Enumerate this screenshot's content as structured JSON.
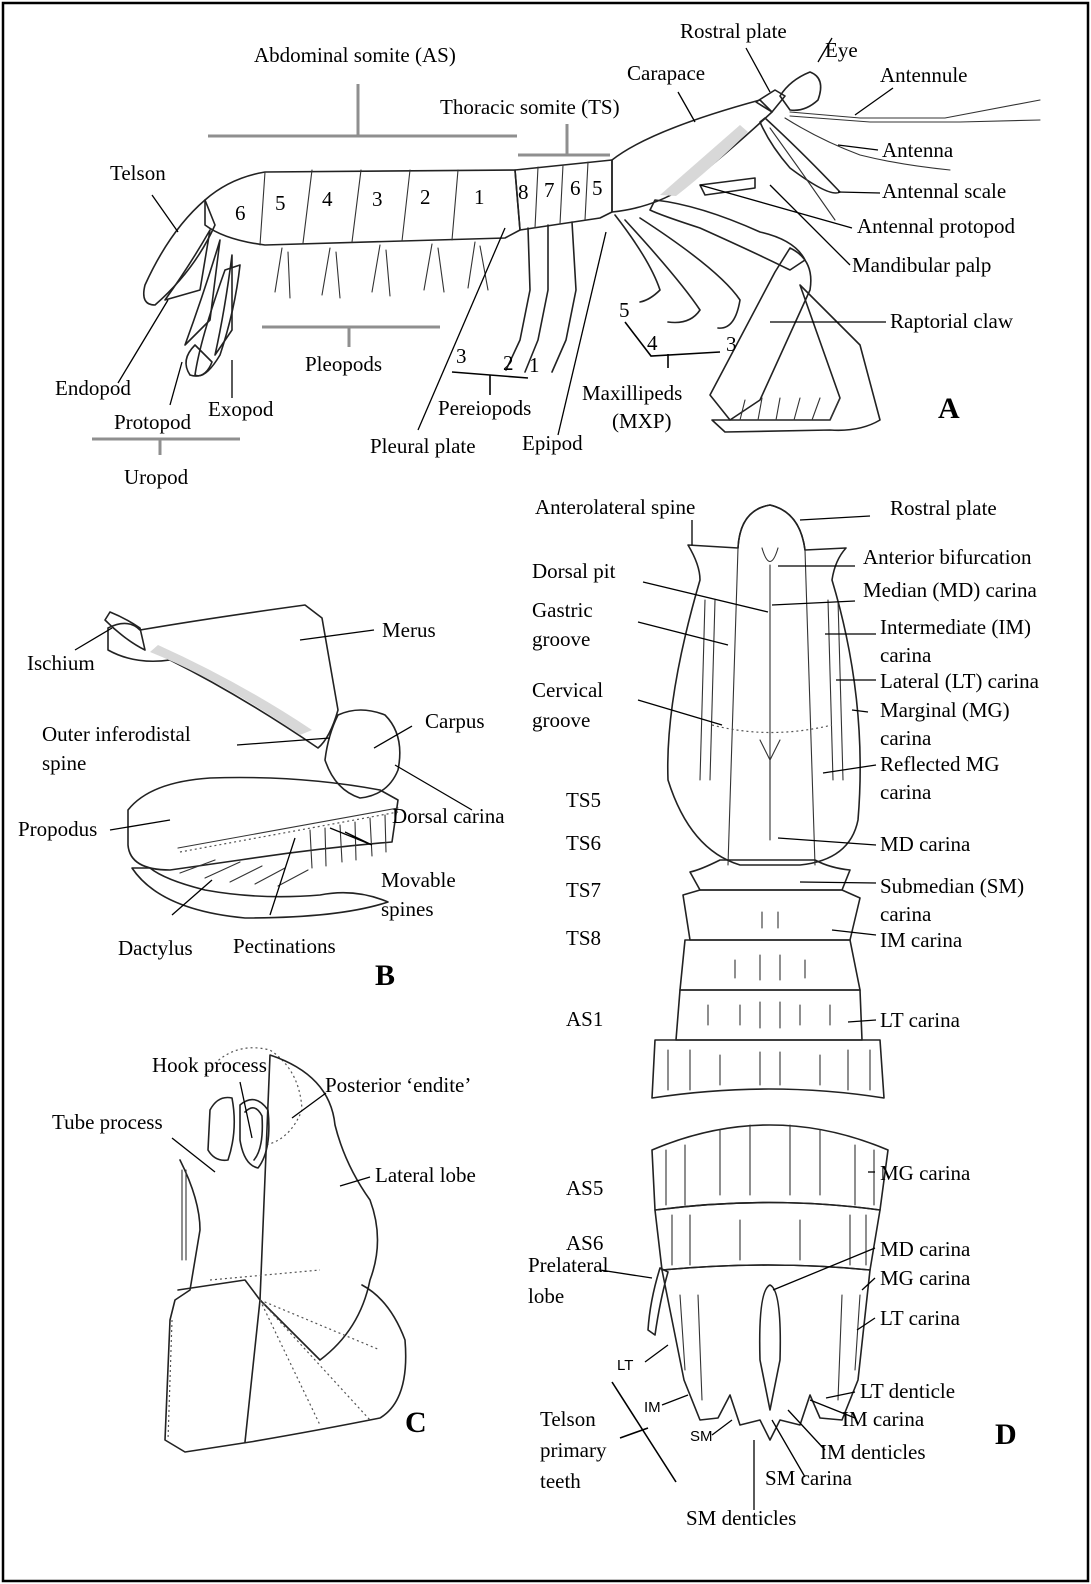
{
  "panels": [
    "A",
    "B",
    "C",
    "D"
  ],
  "panel_a": {
    "labels": {
      "abdominal_somite": "Abdominal somite (AS)",
      "thoracic_somite": "Thoracic somite (TS)",
      "rostral_plate": "Rostral plate",
      "eye": "Eye",
      "carapace": "Carapace",
      "antennule": "Antennule",
      "antenna": "Antenna",
      "antennal_scale": "Antennal scale",
      "antennal_protopod": "Antennal protopod",
      "mandibular_palp": "Mandibular palp",
      "raptorial_claw": "Raptorial claw",
      "telson": "Telson",
      "endopod": "Endopod",
      "protopod": "Protopod",
      "exopod": "Exopod",
      "uropod": "Uropod",
      "pleopods": "Pleopods",
      "pleural_plate": "Pleural plate",
      "pereiopods": "Pereiopods",
      "epipod": "Epipod",
      "maxillipeds_line1": "Maxillipeds",
      "maxillipeds_line2": "(MXP)"
    },
    "abdominal_numbers": [
      "6",
      "5",
      "4",
      "3",
      "2",
      "1"
    ],
    "thoracic_numbers": [
      "8",
      "7",
      "6",
      "5"
    ],
    "pereiopod_numbers": [
      "3",
      "2",
      "1"
    ],
    "maxilliped_numbers": [
      "5",
      "4",
      "3"
    ]
  },
  "panel_b": {
    "labels": {
      "merus": "Merus",
      "ischium": "Ischium",
      "outer_spine_line1": "Outer inferodistal",
      "outer_spine_line2": "spine",
      "carpus": "Carpus",
      "dorsal_carina": "Dorsal carina",
      "propodus": "Propodus",
      "movable_line1": "Movable",
      "movable_line2": "spines",
      "dactylus": "Dactylus",
      "pectinations": "Pectinations"
    }
  },
  "panel_c": {
    "labels": {
      "hook_process": "Hook process",
      "posterior_endite": "Posterior ‘endite’",
      "tube_process": "Tube process",
      "lateral_lobe": "Lateral lobe"
    }
  },
  "panel_d_upper": {
    "labels": {
      "anterolateral_spine": "Anterolateral spine",
      "rostral_plate": "Rostral plate",
      "dorsal_pit": "Dorsal pit",
      "anterior_bifurcation": "Anterior bifurcation",
      "median_carina": "Median (MD) carina",
      "gastric_line1": "Gastric",
      "gastric_line2": "groove",
      "intermediate_line1": "Intermediate (IM)",
      "intermediate_line2": "carina",
      "lateral_carina": "Lateral (LT) carina",
      "cervical_line1": "Cervical",
      "cervical_line2": "groove",
      "marginal_line1": "Marginal (MG)",
      "marginal_line2": "carina",
      "reflected_line1": "Reflected MG",
      "reflected_line2": "carina",
      "md_carina": "MD carina",
      "submedian_line1": "Submedian (SM)",
      "submedian_line2": "carina",
      "im_carina": "IM carina",
      "lt_carina": "LT carina"
    },
    "segments": [
      "TS5",
      "TS6",
      "TS7",
      "TS8",
      "AS1"
    ]
  },
  "panel_d_lower": {
    "labels": {
      "mg_carina": "MG carina",
      "prelateral_line1": "Prelateral",
      "prelateral_line2": "lobe",
      "md_carina": "MD carina",
      "mg_carina_2": "MG carina",
      "lt_carina": "LT carina",
      "lt_denticle": "LT denticle",
      "im_carina": "IM carina",
      "im_denticles": "IM denticles",
      "sm_carina": "SM carina",
      "sm_denticles": "SM denticles",
      "telson_line1": "Telson",
      "telson_line2": "primary",
      "telson_line3": "teeth",
      "tooth_lt": "LT",
      "tooth_im": "IM",
      "tooth_sm": "SM"
    },
    "segments": [
      "AS5",
      "AS6"
    ]
  }
}
